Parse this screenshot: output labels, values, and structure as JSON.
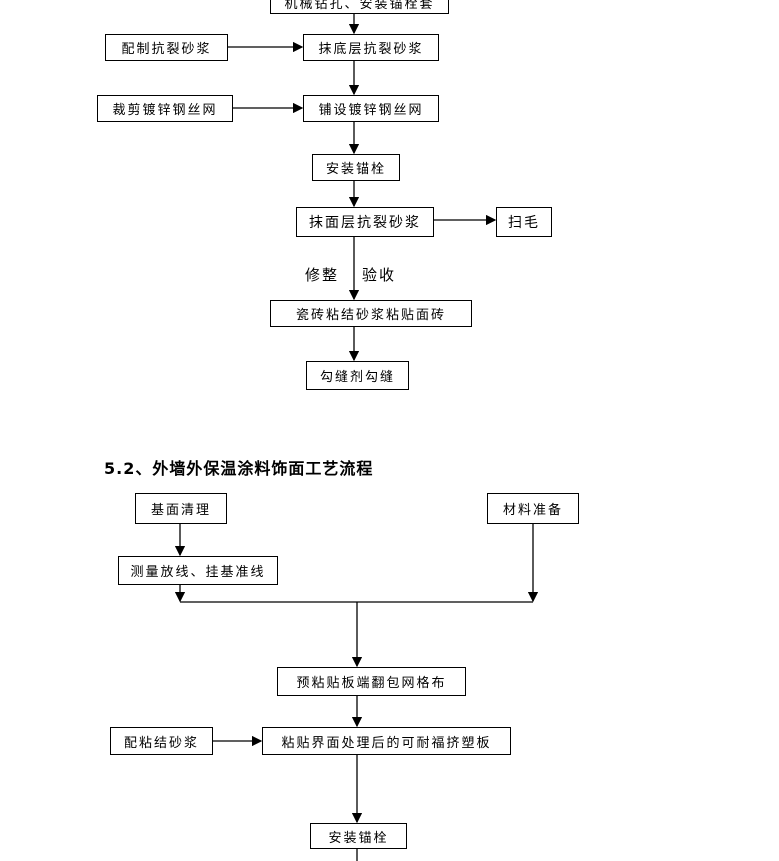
{
  "flow1": {
    "top_step": "机械钻孔、安装锚栓套",
    "prepare_mortar": "配制抗裂砂浆",
    "base_coat": "抹底层抗裂砂浆",
    "cut_mesh": "裁剪镀锌钢丝网",
    "lay_mesh": "铺设镀锌钢丝网",
    "install_anchor": "安装锚栓",
    "finish_coat": "抹面层抗裂砂浆",
    "roughen": "扫毛",
    "trim": "修整",
    "inspect": "验收",
    "tile": "瓷砖粘结砂浆粘贴面砖",
    "grout": "勾缝剂勾缝"
  },
  "section_heading": "5.2、外墙外保温涂料饰面工艺流程",
  "flow2": {
    "clean": "基面清理",
    "materials": "材料准备",
    "measure": "测量放线、挂基准线",
    "pre_mesh": "预粘贴板端翻包网格布",
    "mix_mortar": "配粘结砂浆",
    "stick_board": "粘贴界面处理后的可耐福挤塑板",
    "install_anchor": "安装锚栓"
  }
}
